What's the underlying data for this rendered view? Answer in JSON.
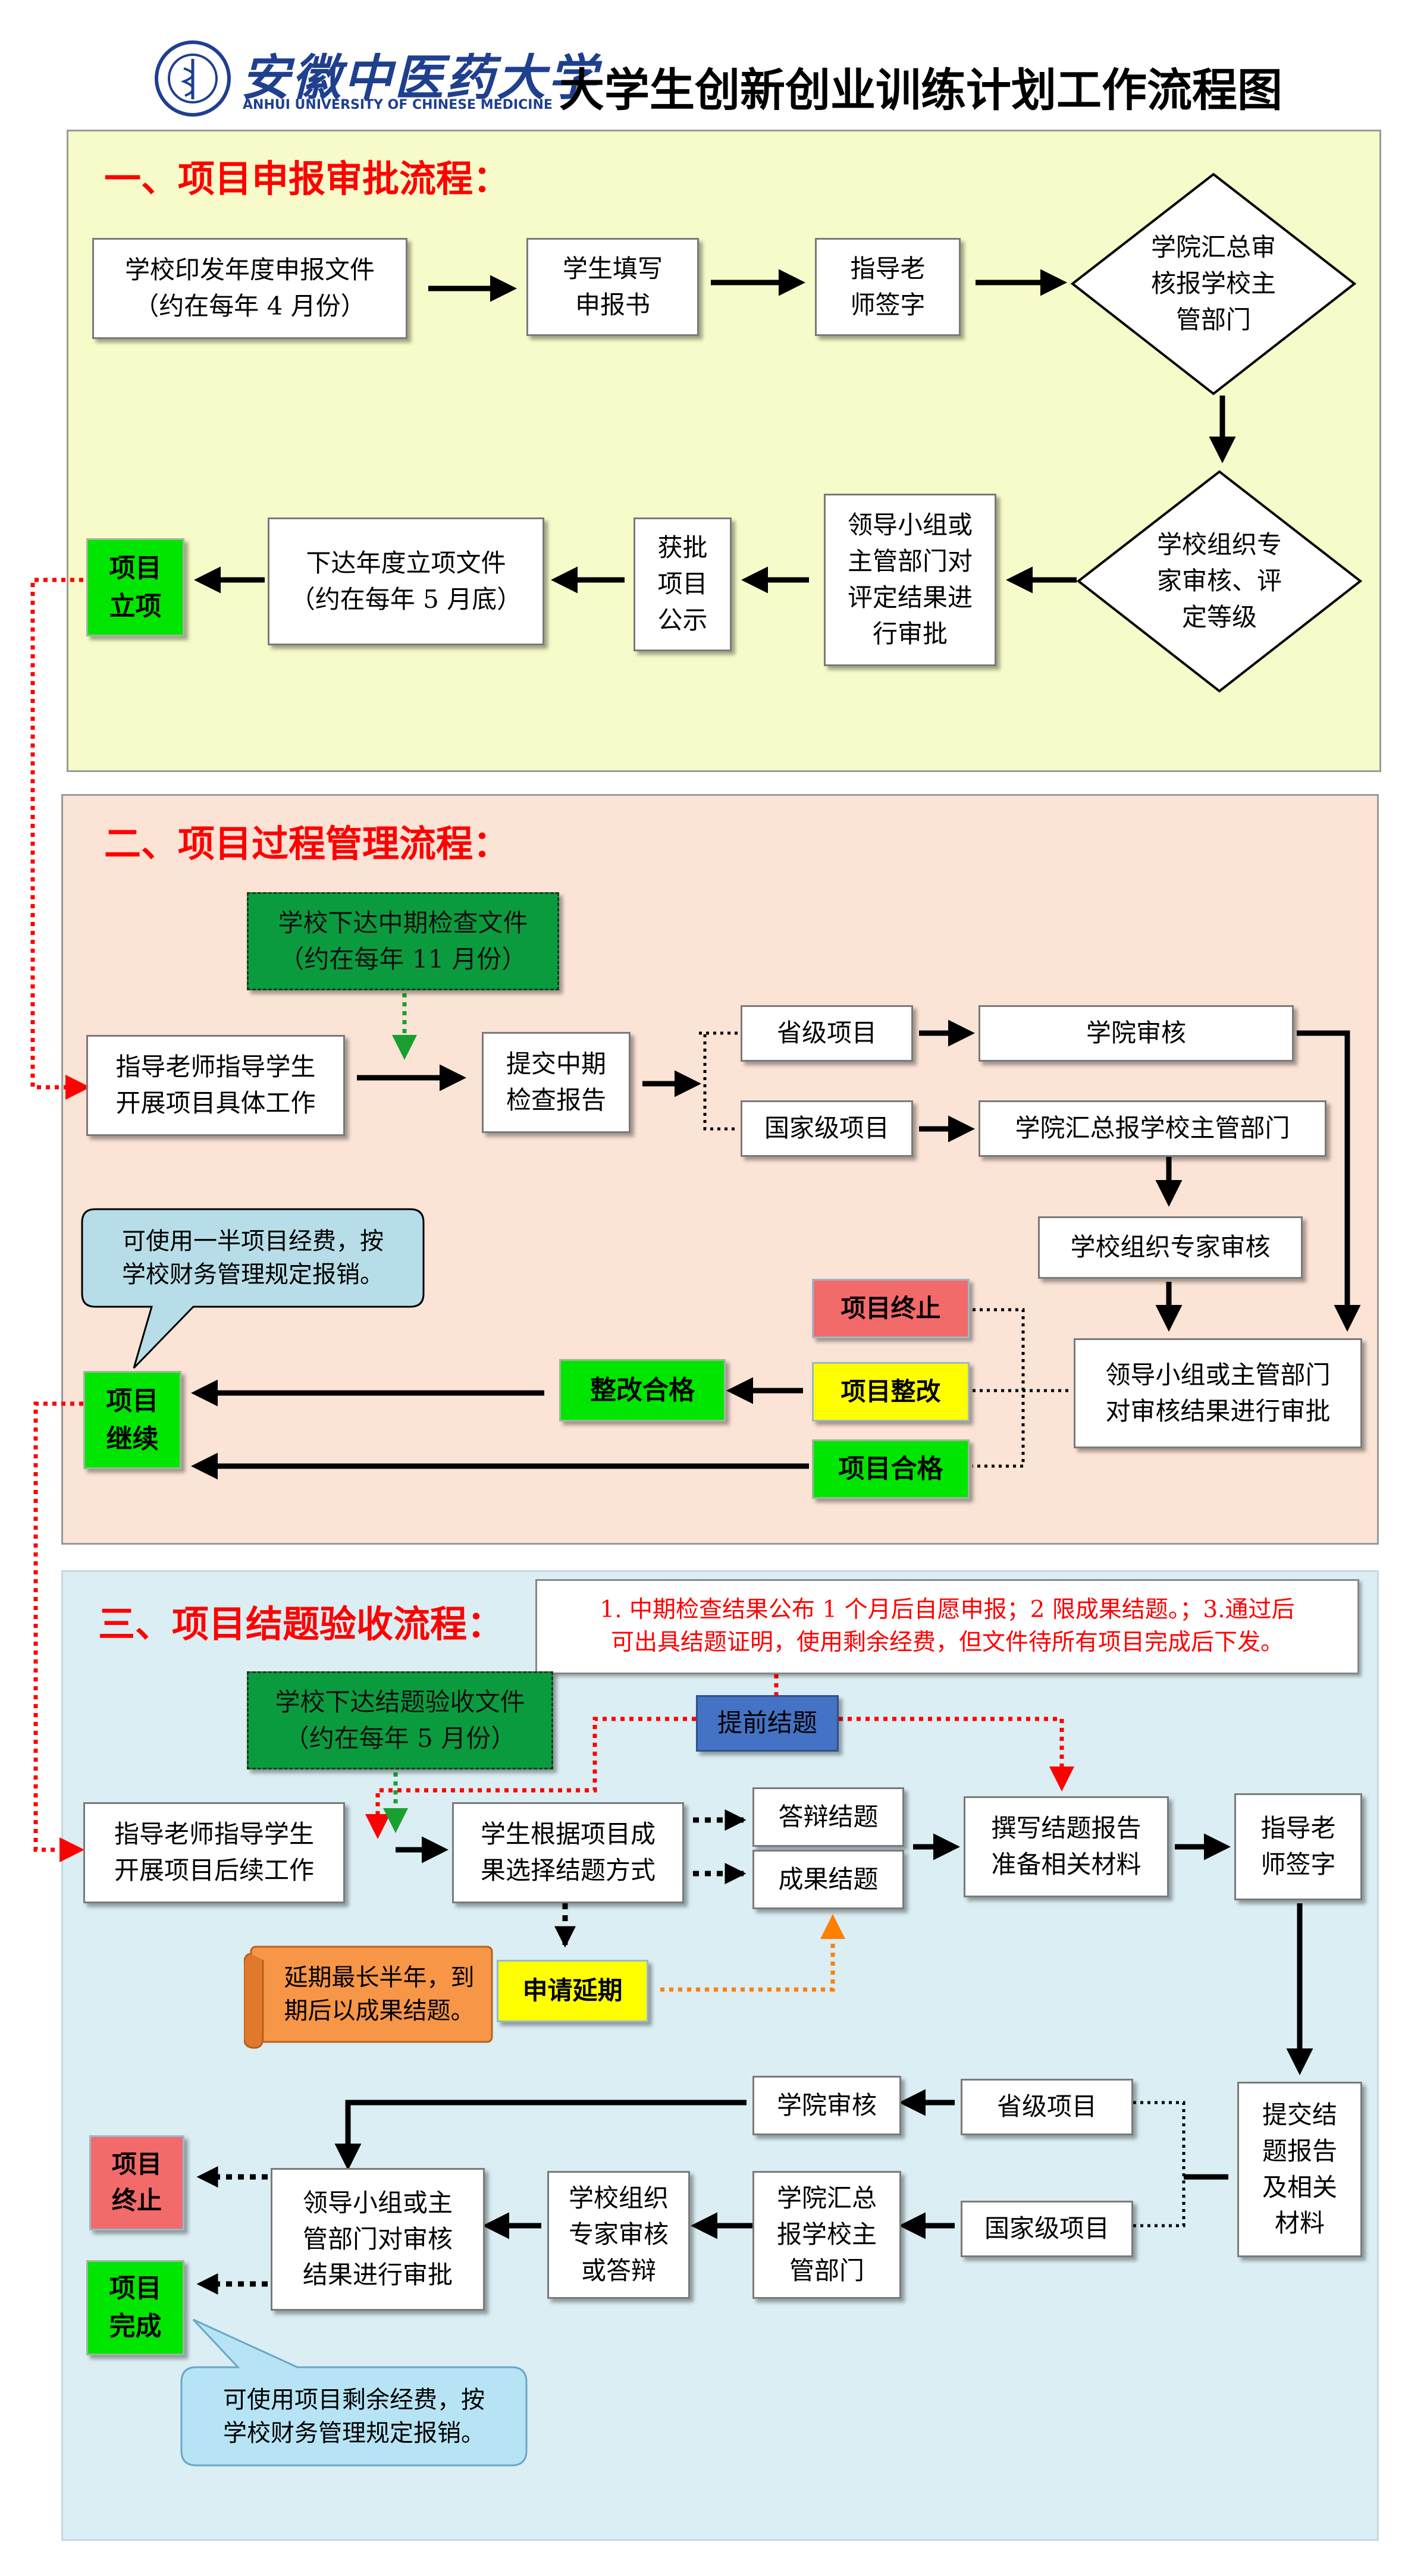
{
  "header": {
    "university_cn": "安徽中医药大学",
    "university_en": "ANHUI UNIVERSITY OF CHINESE MEDICINE",
    "title": "大学生创新创业训练计划工作流程图"
  },
  "colors": {
    "section1_bg": "#f7fbc9",
    "section2_bg": "#fbe3d6",
    "section3_bg": "#daeef3",
    "title_red": "#ff0000",
    "green": "#00e600",
    "dark_green": "#0b9b3f",
    "red_box": "#f36a6a",
    "yellow_box": "#ffff00",
    "blue_box": "#4472c4"
  },
  "section1": {
    "title": "一、项目申报审批流程：",
    "nodes": {
      "issue_doc": "学校印发年度申报文件\n（约在每年 4 月份）",
      "fill_form": "学生填写\n申报书",
      "advisor_sign": "指导老\n师签字",
      "college_review": "学院汇总审\n核报学校主\n管部门",
      "expert_review": "学校组织专\n家审核、评\n定等级",
      "leader_approve": "领导小组或\n主管部门对\n评定结果进\n行审批",
      "publicize": "获批\n项目\n公示",
      "issue_approval": "下达年度立项文件\n（约在每年 5 月底）",
      "project_start": "项目\n立项"
    }
  },
  "section2": {
    "title": "二、项目过程管理流程：",
    "nodes": {
      "mid_doc": "学校下达中期检查文件\n（约在每年 11 月份）",
      "advisor_guide": "指导老师指导学生\n开展项目具体工作",
      "submit_mid": "提交中期\n检查报告",
      "provincial": "省级项目",
      "national": "国家级项目",
      "college_review": "学院审核",
      "college_report": "学院汇总报学校主管部门",
      "expert_review": "学校组织专家审核",
      "leader_approve": "领导小组或主管部门\n对审核结果进行审批",
      "terminate": "项目终止",
      "rectify": "项目整改",
      "qualified": "项目合格",
      "rectify_ok": "整改合格",
      "continue": "项目\n继续",
      "callout": "可使用一半项目经费，按\n学校财务管理规定报销。"
    }
  },
  "section3": {
    "title": "三、项目结题验收流程：",
    "nodes": {
      "note": "1. 中期检查结果公布 1 个月后自愿申报；2 限成果结题。；3.通过后\n可出具结题证明，使用剩余经费，但文件待所有项目完成后下发。",
      "early_finish": "提前结题",
      "final_doc": "学校下达结题验收文件\n（约在每年 5 月份）",
      "advisor_guide": "指导老师指导学生\n开展项目后续工作",
      "choose_method": "学生根据项目成\n果选择结题方式",
      "defense": "答辩结题",
      "achievement": "成果结题",
      "write_report": "撰写结题报告\n准备相关材料",
      "advisor_sign": "指导老\n师签字",
      "extension": "申请延期",
      "extension_scroll": "延期最长半年，到\n期后以成果结题。",
      "submit_report": "提交结\n题报告\n及相关\n材料",
      "provincial": "省级项目",
      "national": "国家级项目",
      "college_review": "学院审核",
      "college_report": "学院汇总\n报学校主\n管部门",
      "expert_review": "学校组织\n专家审核\n或答辩",
      "leader_approve": "领导小组或主\n管部门对审核\n结果进行审批",
      "terminate": "项目\n终止",
      "complete": "项目\n完成",
      "callout": "可使用项目剩余经费，按\n学校财务管理规定报销。"
    }
  }
}
